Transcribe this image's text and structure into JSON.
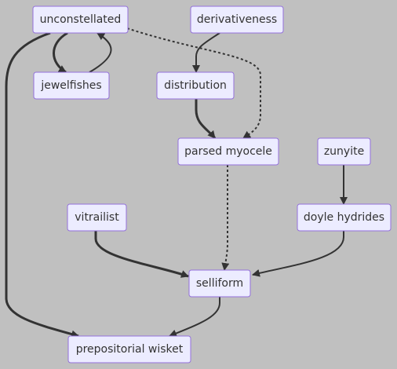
{
  "nodes": {
    "unconstellated": "unconstellated",
    "derivativeness": "derivativeness",
    "jewelfishes": "jewelfishes",
    "distribution": "distribution",
    "parsed_myocele": "parsed myocele",
    "zunyite": "zunyite",
    "vitrailist": "vitrailist",
    "doyle_hydrides": "doyle hydrides",
    "selliform": "selliform",
    "prepositorial_wisket": "prepositorial wisket"
  },
  "edges": [
    {
      "from": "unconstellated",
      "to": "jewelfishes",
      "style": "thick"
    },
    {
      "from": "jewelfishes",
      "to": "unconstellated",
      "style": "normal"
    },
    {
      "from": "unconstellated",
      "to": "parsed_myocele",
      "style": "dotted"
    },
    {
      "from": "unconstellated",
      "to": "prepositorial_wisket",
      "style": "thick"
    },
    {
      "from": "derivativeness",
      "to": "distribution",
      "style": "normal"
    },
    {
      "from": "distribution",
      "to": "parsed_myocele",
      "style": "thick"
    },
    {
      "from": "parsed_myocele",
      "to": "selliform",
      "style": "dotted"
    },
    {
      "from": "zunyite",
      "to": "doyle_hydrides",
      "style": "normal"
    },
    {
      "from": "vitrailist",
      "to": "selliform",
      "style": "thick"
    },
    {
      "from": "doyle_hydrides",
      "to": "selliform",
      "style": "normal"
    },
    {
      "from": "selliform",
      "to": "prepositorial_wisket",
      "style": "normal"
    }
  ],
  "colors": {
    "background": "#c0c0c0",
    "node_fill": "#ececff",
    "node_border": "#9370db",
    "edge": "#333333",
    "text": "#333333"
  }
}
